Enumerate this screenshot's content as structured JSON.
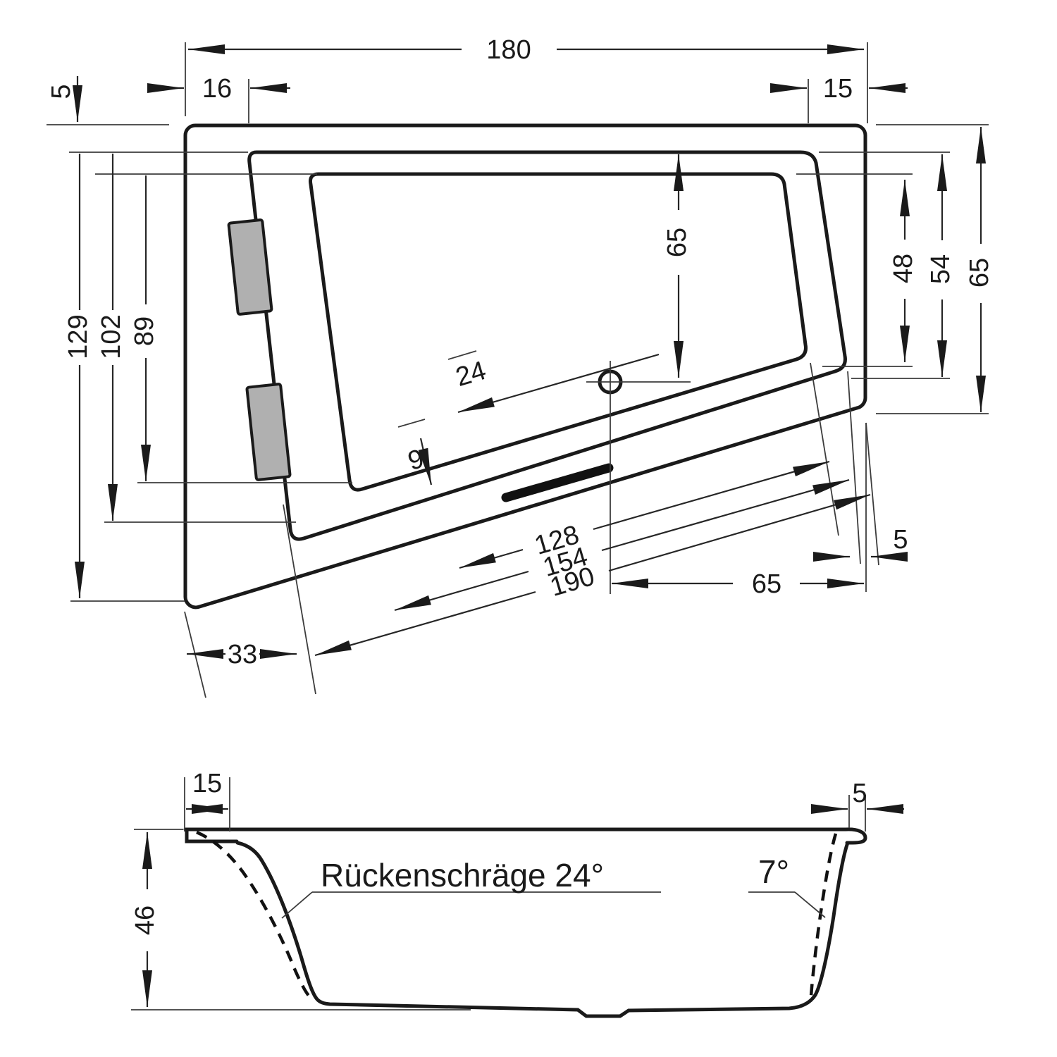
{
  "drawing": {
    "type": "bathtub-dimension-drawing",
    "colors": {
      "line": "#1a1a1a",
      "thin_line": "#3c3c3c",
      "headrest_fill": "#b0b0b0",
      "background": "#ffffff"
    },
    "plan": {
      "total_width": "180",
      "left_rim_inset": "16",
      "right_rim_inset": "15",
      "top_rim_offset": "5",
      "left_outer_depth": "129",
      "left_rim_depth": "102",
      "left_basin_depth": "89",
      "center_depth_to_drain": "65",
      "right_basin_depth": "48",
      "right_rim_depth": "54",
      "right_outer_depth": "65",
      "drain_diag_offset": "24",
      "rim_gap_diag": "9",
      "diag_basin_length": "128",
      "diag_rim_length": "154",
      "diag_outer_length": "190",
      "bottom_left_offset": "33",
      "bottom_right_gap": "5",
      "drain_to_right_edge": "65"
    },
    "section": {
      "left_rim_width": "15",
      "right_rim_width": "5",
      "inner_depth": "46",
      "back_slope_label": "Rückenschräge 24°",
      "foot_slope_label": "7°"
    }
  }
}
